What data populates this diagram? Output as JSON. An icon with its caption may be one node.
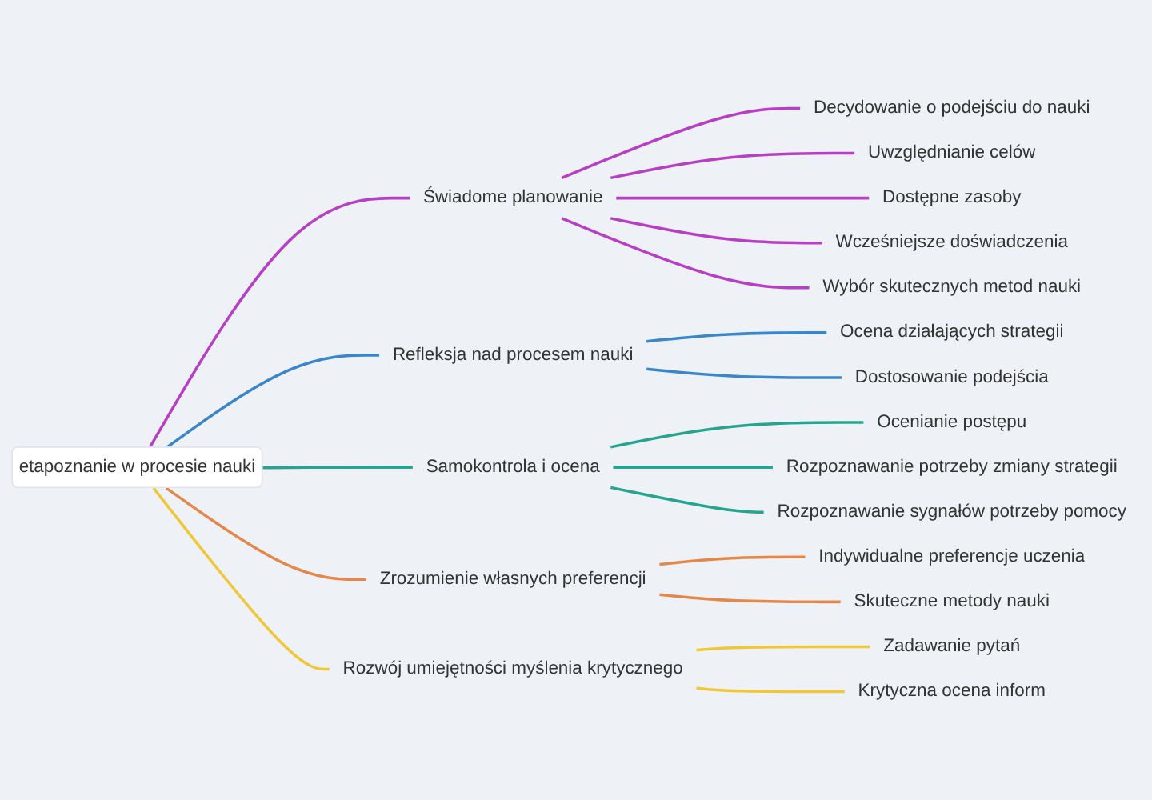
{
  "diagram": {
    "nodes": [
      {
        "text": [
          "etapoznanie w procesie nauki"
        ]
      },
      {
        "text": [
          "Świadome planowanie"
        ]
      },
      {
        "text": [
          "Decydowanie o podejściu do nauki"
        ]
      },
      {
        "text": [
          "Uwzględnianie celów"
        ]
      },
      {
        "text": [
          "Dostępne zasoby"
        ]
      },
      {
        "text": [
          "Wcześniejsze doświadczenia"
        ]
      },
      {
        "text": [
          "Wybór skutecznych metod nauki"
        ]
      },
      {
        "text": [
          "Refleksja nad procesem nauki"
        ]
      },
      {
        "text": [
          "Ocena działających strategii"
        ]
      },
      {
        "text": [
          "Dostosowanie podejścia"
        ]
      },
      {
        "text": [
          "Samokontrola i ocena"
        ]
      },
      {
        "text": [
          "Ocenianie postępu"
        ]
      },
      {
        "text": [
          "Rozpoznawanie potrzeby zmiany strategii"
        ]
      },
      {
        "text": [
          "Rozpoznawanie sygnałów potrzeby pomocy"
        ]
      },
      {
        "text": [
          "Zrozumienie własnych preferencji"
        ]
      },
      {
        "text": [
          "Indywidualne preferencje uczenia"
        ]
      },
      {
        "text": [
          "Skuteczne metody nauki"
        ]
      },
      {
        "text": [
          "Rozwój umiejętności myślenia krytycznego"
        ]
      },
      {
        "text": [
          "Zadawanie pytań"
        ]
      },
      {
        "text": [
          "Krytyczna ocena inform"
        ]
      }
    ],
    "edges": [
      {
        "from": 0,
        "to": 1,
        "arrow": "none",
        "color": "#b63fc4"
      },
      {
        "from": 1,
        "to": 2,
        "arrow": "none",
        "color": "#b63fc4"
      },
      {
        "from": 1,
        "to": 3,
        "arrow": "none",
        "color": "#b63fc4"
      },
      {
        "from": 1,
        "to": 4,
        "arrow": "none",
        "color": "#b63fc4"
      },
      {
        "from": 1,
        "to": 5,
        "arrow": "none",
        "color": "#b63fc4"
      },
      {
        "from": 1,
        "to": 6,
        "arrow": "none",
        "color": "#b63fc4"
      },
      {
        "from": 0,
        "to": 7,
        "arrow": "none",
        "color": "#3a86c8"
      },
      {
        "from": 7,
        "to": 8,
        "arrow": "none",
        "color": "#3a86c8"
      },
      {
        "from": 7,
        "to": 9,
        "arrow": "none",
        "color": "#3a86c8"
      },
      {
        "from": 0,
        "to": 10,
        "arrow": "none",
        "color": "#26a48f"
      },
      {
        "from": 10,
        "to": 11,
        "arrow": "none",
        "color": "#26a48f"
      },
      {
        "from": 10,
        "to": 12,
        "arrow": "none",
        "color": "#26a48f"
      },
      {
        "from": 10,
        "to": 13,
        "arrow": "none",
        "color": "#26a48f"
      },
      {
        "from": 0,
        "to": 14,
        "arrow": "none",
        "color": "#e3884a"
      },
      {
        "from": 14,
        "to": 15,
        "arrow": "none",
        "color": "#e3884a"
      },
      {
        "from": 14,
        "to": 16,
        "arrow": "none",
        "color": "#e3884a"
      },
      {
        "from": 0,
        "to": 17,
        "arrow": "none",
        "color": "#f1c73a"
      },
      {
        "from": 17,
        "to": 18,
        "arrow": "none",
        "color": "#f1c73a"
      },
      {
        "from": 17,
        "to": 19,
        "arrow": "none",
        "color": "#f1c73a"
      }
    ]
  }
}
